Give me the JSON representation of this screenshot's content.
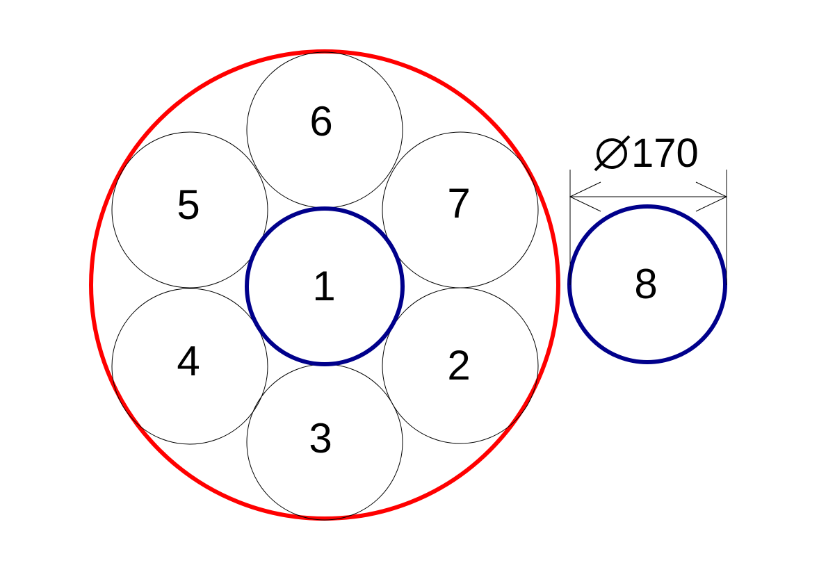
{
  "colors": {
    "outer_ring": "#ff0000",
    "highlight_circle": "#00008b",
    "line": "#000000",
    "background": "#ffffff"
  },
  "circles": [
    {
      "id": "1",
      "label": "1",
      "role": "center",
      "highlight": true
    },
    {
      "id": "2",
      "label": "2",
      "role": "outer",
      "highlight": false
    },
    {
      "id": "3",
      "label": "3",
      "role": "outer",
      "highlight": false
    },
    {
      "id": "4",
      "label": "4",
      "role": "outer",
      "highlight": false
    },
    {
      "id": "5",
      "label": "5",
      "role": "outer",
      "highlight": false
    },
    {
      "id": "6",
      "label": "6",
      "role": "outer",
      "highlight": false
    },
    {
      "id": "7",
      "label": "7",
      "role": "outer",
      "highlight": false
    },
    {
      "id": "8",
      "label": "8",
      "role": "separate",
      "highlight": true
    }
  ],
  "dimension": {
    "symbol": "∅",
    "value": "170"
  }
}
